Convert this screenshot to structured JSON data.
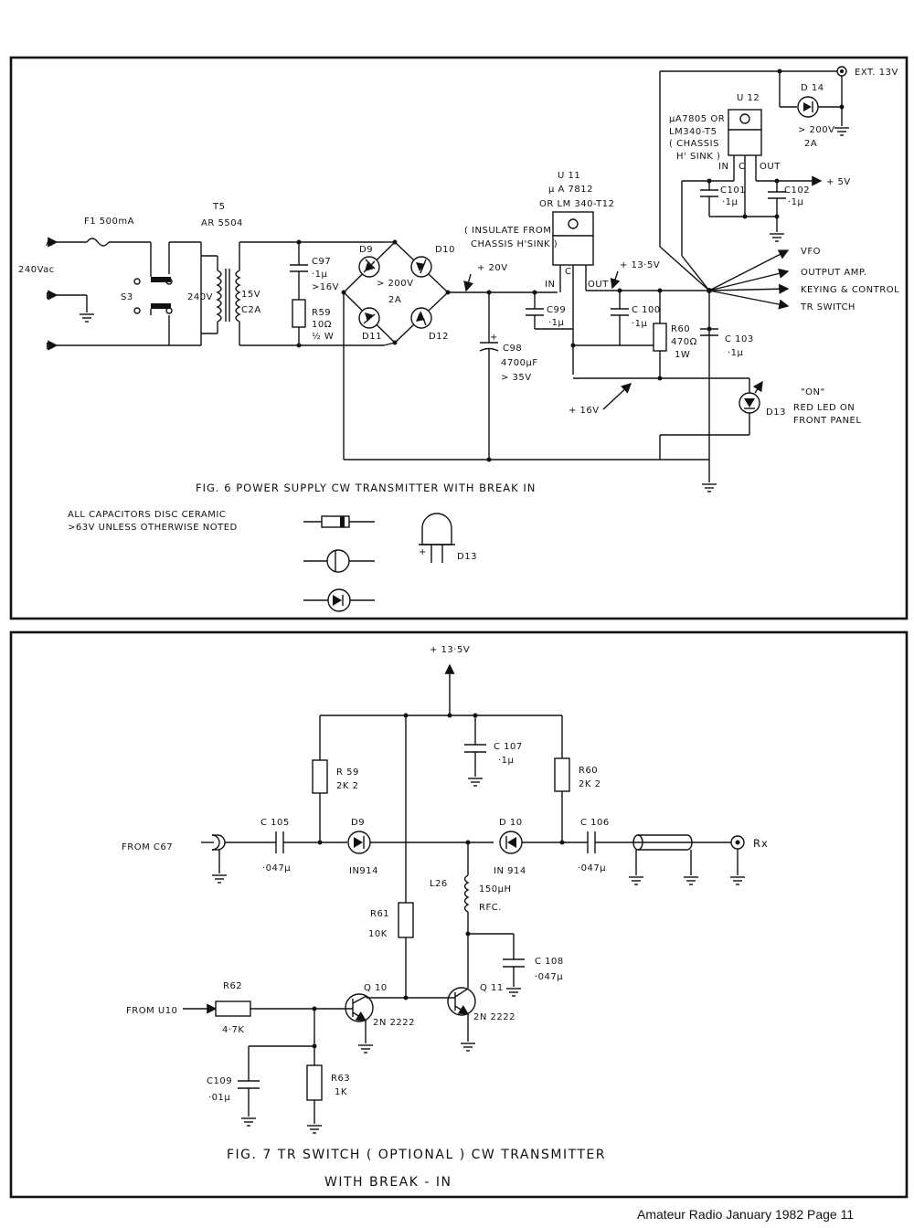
{
  "fig6": {
    "caption": "FIG. 6  POWER SUPPLY CW TRANSMITTER WITH BREAK IN",
    "note_line1": "ALL CAPACITORS DISC CERAMIC",
    "note_line2": ">63V UNLESS OTHERWISE NOTED",
    "labels": {
      "a": "A",
      "e": "E",
      "n": "N",
      "vac": "240Vac",
      "s3": "S3",
      "f1": "F1  500mA",
      "t5": "T5",
      "t5_part": "AR 5504",
      "prim": "240V",
      "sec1": "15V",
      "sec2": "C2A",
      "c97a": "C97",
      "c97b": "·1μ",
      "c97c": ">16V",
      "r59a": "R59",
      "r59b": "10Ω",
      "r59c": "½ W",
      "d9": "D9",
      "d10": "D10",
      "d11": "D11",
      "d12": "D12",
      "bridge1": "> 200V",
      "bridge2": "2A",
      "v20": "+ 20V",
      "c98a": "C98",
      "c98b": "4700μF",
      "c98c": "> 35V",
      "ins1": "( INSULATE FROM",
      "ins2": "CHASSIS H'SINK )",
      "u11": "U 11",
      "u11b": "μ A 7812",
      "u11c": "OR LM 340-T12",
      "in": "IN",
      "c": "C",
      "out": "OUT",
      "c99a": "C99",
      "c99b": "·1μ",
      "v135": "+ 13·5V",
      "c100a": "C 100",
      "c100b": "·1μ",
      "r60a": "R60",
      "r60b": "470Ω",
      "r60c": "1W",
      "c103a": "C 103",
      "c103b": "·1μ",
      "v16": "+ 16V",
      "on": "\"ON\"",
      "led1": "RED LED ON",
      "led2": "FRONT PANEL",
      "d13": "D13",
      "u12": "U 12",
      "u12b": "μA7805 OR",
      "u12c": "LM340-T5",
      "u12d": "( CHASSIS",
      "u12e": "H' SINK )",
      "u12in": "IN",
      "u12c2": "C",
      "u12out": "OUT",
      "c101a": "C101",
      "c101b": "·1μ",
      "c102a": "C102",
      "c102b": "·1μ",
      "v5": "+ 5V",
      "d14": "D 14",
      "d14b": "> 200V",
      "d14c": "2A",
      "ext": "EXT. 13V",
      "vfo": "VFO",
      "outamp": "OUTPUT AMP.",
      "keying": "KEYING & CONTROL",
      "trsw": "TR SWITCH",
      "legend_d13": "D13"
    }
  },
  "fig7": {
    "caption1": "FIG. 7  TR SWITCH ( OPTIONAL ) CW TRANSMITTER",
    "caption2": "WITH BREAK - IN",
    "labels": {
      "v135": "+ 13·5V",
      "c107a": "C 107",
      "c107b": "·1μ",
      "r59a": "R 59",
      "r59b": "2K 2",
      "r60a": "R60",
      "r60b": "2K 2",
      "from_c67": "FROM C67",
      "c105a": "C 105",
      "c105b": "·047μ",
      "d9a": "D9",
      "d9b": "IN914",
      "d10a": "D 10",
      "d10b": "IN 914",
      "c106a": "C 106",
      "c106b": "·047μ",
      "rx": "Rx",
      "l26a": "L26",
      "l26b": "150μH",
      "l26c": "RFC.",
      "r61a": "R61",
      "r61b": "10K",
      "c108a": "C 108",
      "c108b": "·047μ",
      "from_u10": "FROM U10",
      "r62a": "R62",
      "r62b": "4·7K",
      "q10a": "Q 10",
      "q10b": "2N 2222",
      "q11a": "Q 11",
      "q11b": "2N 2222",
      "c109a": "C109",
      "c109b": "·01μ",
      "r63a": "R63",
      "r63b": "1K"
    }
  },
  "footer": "Amateur Radio   January 1982   Page 11"
}
